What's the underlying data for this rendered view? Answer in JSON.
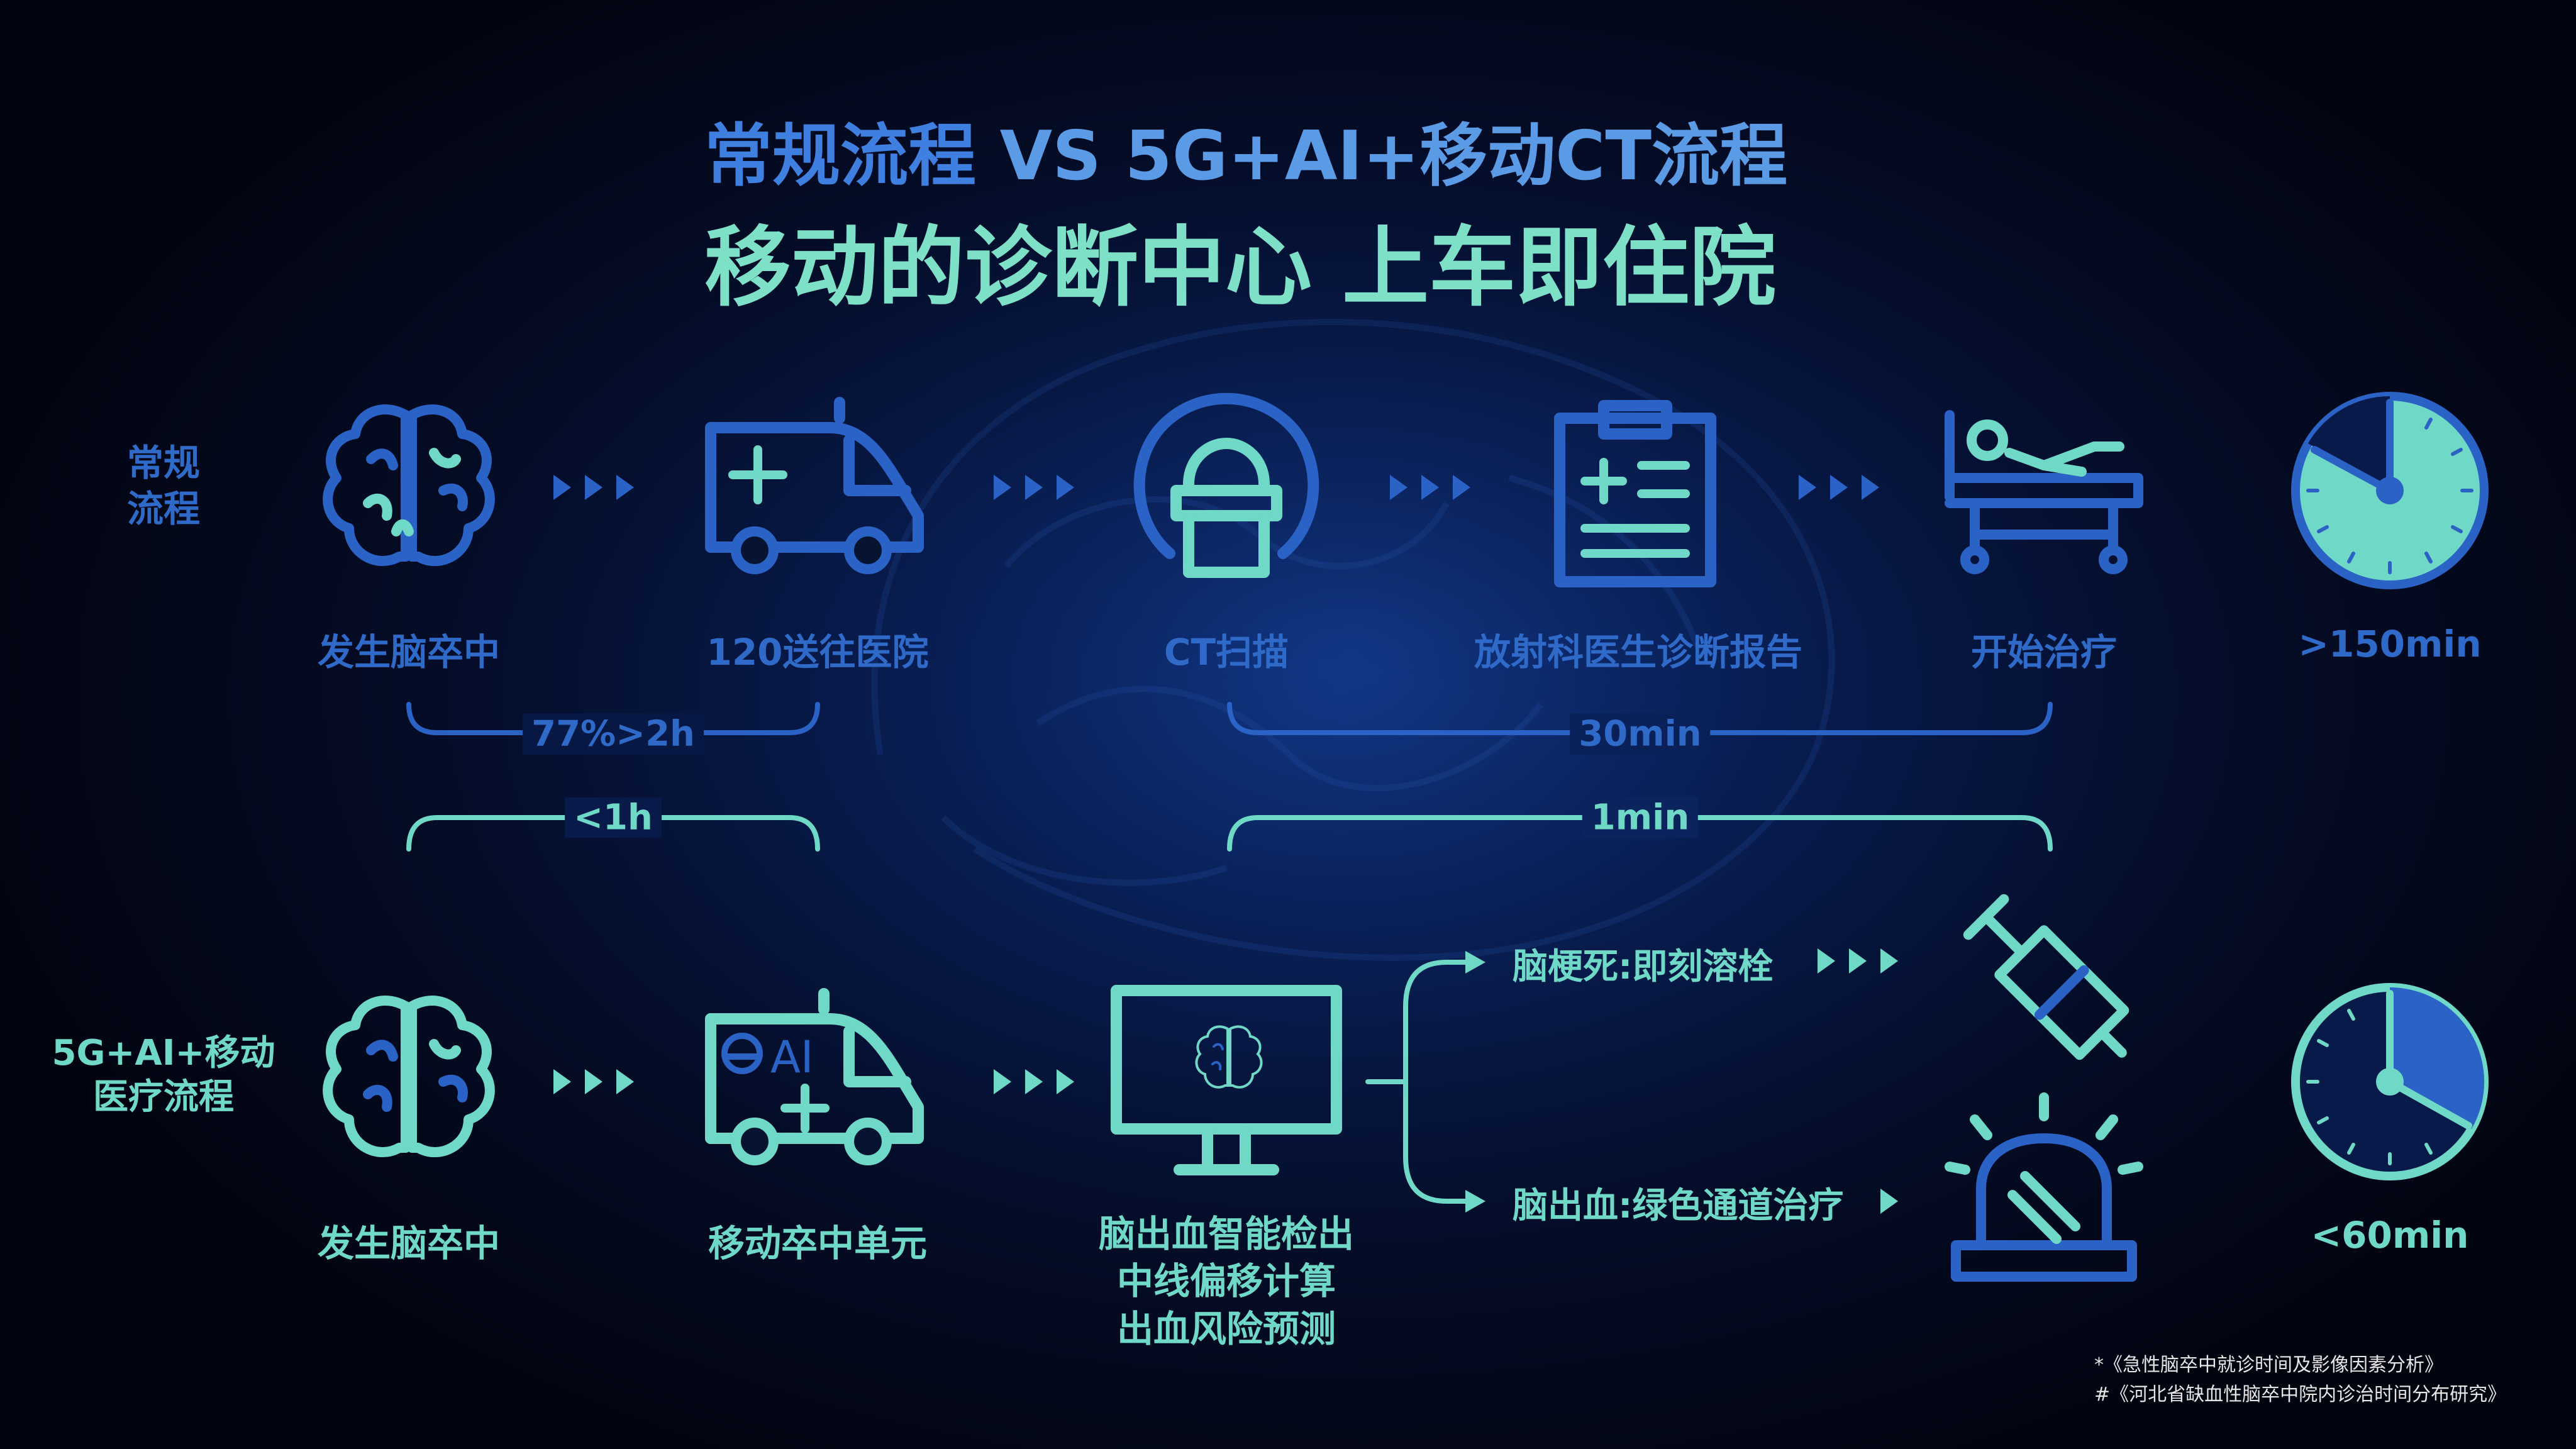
{
  "title": {
    "line1_part1": "常规流程",
    "line1_part2": "VS 5G+AI+移动CT流程",
    "line2": "移动的诊断中心  上车即住院"
  },
  "rows": {
    "conventional": {
      "label": "常规\n流程",
      "steps": [
        "发生脑卒中",
        "120送往医院",
        "CT扫描",
        "放射科医生诊断报告",
        "开始治疗"
      ],
      "total": ">150min"
    },
    "mobile": {
      "label": "5G+AI+移动\n医疗流程",
      "steps": [
        "发生脑卒中",
        "移动卒中单元"
      ],
      "analysis": [
        "脑出血智能检出",
        "中线偏移计算",
        "出血风险预测"
      ],
      "branches": [
        "脑梗死:即刻溶栓",
        "脑出血:绿色通道治疗"
      ],
      "total": "<60min"
    }
  },
  "braces": {
    "top_left": "77%>2h",
    "top_right": "30min",
    "bottom_left": "<1h",
    "bottom_right": "1min"
  },
  "notes": [
    "*《急性脑卒中就诊时间及影像因素分析》",
    "#《河北省缺血性脑卒中院内诊治时间分布研究》"
  ],
  "colors": {
    "blue": "#2b62c6",
    "teal": "#6fd8c6",
    "title_blue": "#3f7fe0",
    "background": "#040c26"
  }
}
